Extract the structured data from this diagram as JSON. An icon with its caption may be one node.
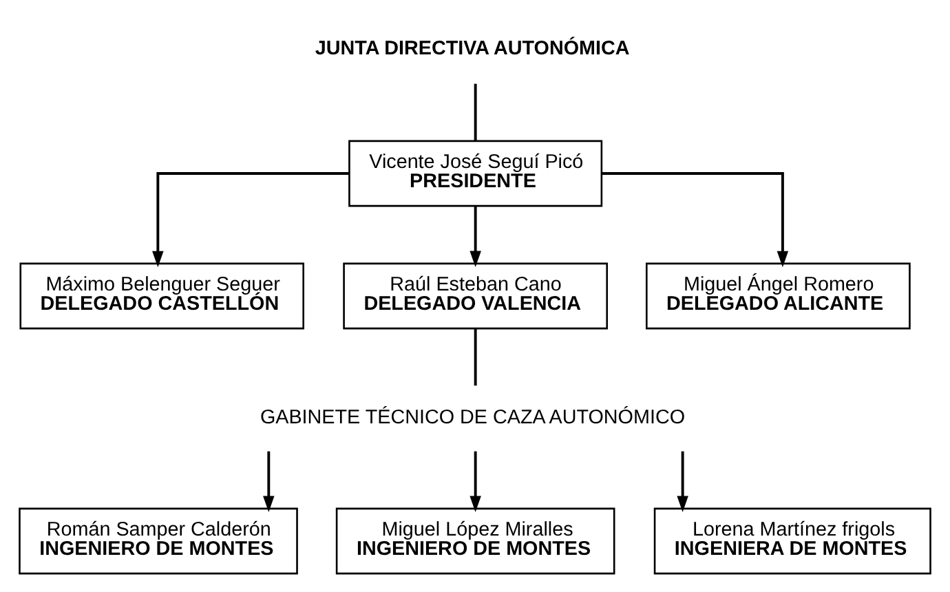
{
  "diagram": {
    "nodes": [
      {
        "text": [
          "JUNTA DIRECTIVA AUTONÓMICA"
        ]
      },
      {
        "text": [
          "Vicente José Seguí Picó",
          "PRESIDENTE"
        ]
      },
      {
        "text": [
          "Máximo Belenguer Seguer",
          "DELEGADO CASTELLÓN"
        ]
      },
      {
        "text": [
          "Raúl Esteban Cano",
          "DELEGADO VALENCIA"
        ]
      },
      {
        "text": [
          "Miguel Ángel Romero",
          "DELEGADO ALICANTE"
        ]
      },
      {
        "text": [
          "GABINETE TÉCNICO DE CAZA AUTONÓMICO"
        ]
      },
      {
        "text": [
          "Román Samper Calderón",
          "INGENIERO DE MONTES"
        ]
      },
      {
        "text": [
          "Miguel López Miralles",
          "INGENIERO DE MONTES"
        ]
      },
      {
        "text": [
          "Lorena Martínez frigols",
          "INGENIERA DE MONTES"
        ]
      }
    ],
    "edges": [
      {
        "from": 0,
        "to": 1,
        "arrow": "none"
      },
      {
        "from": 1,
        "to": 2,
        "arrow": "to"
      },
      {
        "from": 1,
        "to": 3,
        "arrow": "to"
      },
      {
        "from": 1,
        "to": 4,
        "arrow": "to"
      },
      {
        "from": 3,
        "to": 5,
        "arrow": "none"
      },
      {
        "from": 5,
        "to": 6,
        "arrow": "to"
      },
      {
        "from": 5,
        "to": 7,
        "arrow": "to"
      },
      {
        "from": 5,
        "to": 8,
        "arrow": "to"
      }
    ]
  }
}
